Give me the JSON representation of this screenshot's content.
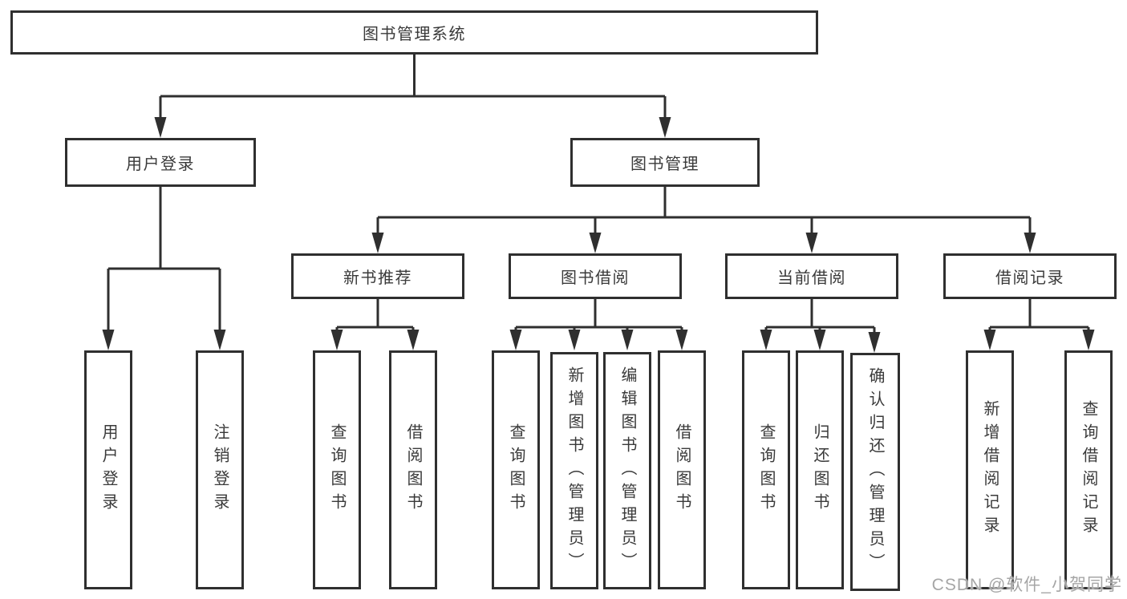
{
  "tree": {
    "root": {
      "label": "图书管理系统"
    },
    "level2": [
      {
        "label": "用户登录"
      },
      {
        "label": "图书管理"
      }
    ],
    "level3": [
      {
        "label": "新书推荐"
      },
      {
        "label": "图书借阅"
      },
      {
        "label": "当前借阅"
      },
      {
        "label": "借阅记录"
      }
    ],
    "leaves": {
      "user_login": [
        {
          "label": "用户登录"
        },
        {
          "label": "注销登录"
        }
      ],
      "new_books": [
        {
          "label": "查询图书"
        },
        {
          "label": "借阅图书"
        }
      ],
      "book_borrow": [
        {
          "label": "查询图书"
        },
        {
          "label": "新增图书（管理员）"
        },
        {
          "label": "编辑图书（管理员）"
        },
        {
          "label": "借阅图书"
        }
      ],
      "current_borrow": [
        {
          "label": "查询图书"
        },
        {
          "label": "归还图书"
        },
        {
          "label": "确认归还（管理员）"
        }
      ],
      "borrow_records": [
        {
          "label": "新增借阅记录"
        },
        {
          "label": "查询借阅记录"
        }
      ]
    }
  },
  "watermark": "CSDN @软件_小贺同学",
  "colors": {
    "line": "#2f2f2f",
    "text": "#3a3a3a",
    "watermark": "#a6a6a6",
    "background": "#ffffff"
  }
}
